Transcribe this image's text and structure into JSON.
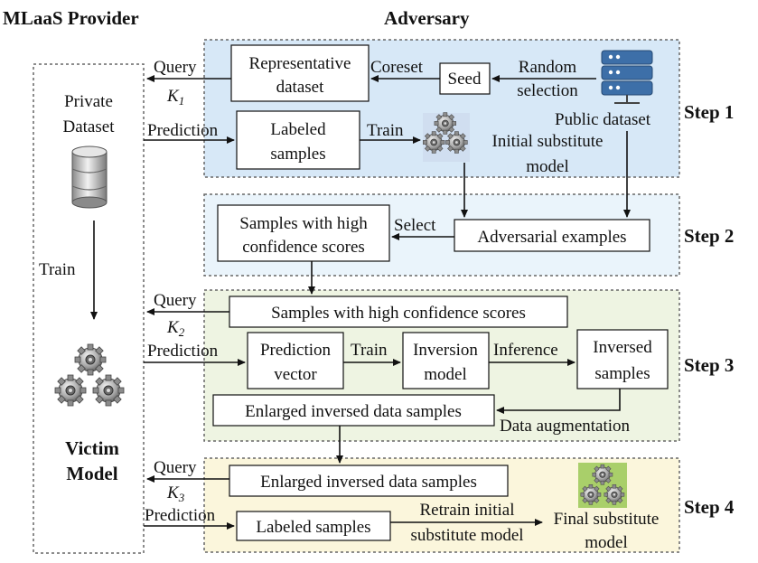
{
  "headers": {
    "provider": "MLaaS Provider",
    "adversary": "Adversary"
  },
  "provider": {
    "private_dataset_line1": "Private",
    "private_dataset_line2": "Dataset",
    "train": "Train",
    "victim_line1": "Victim",
    "victim_line2": "Model"
  },
  "steps": {
    "step1": "Step 1",
    "step2": "Step 2",
    "step3": "Step 3",
    "step4": "Step 4"
  },
  "step1": {
    "query": "Query",
    "k": "K",
    "k_sub": "1",
    "prediction": "Prediction",
    "representative_line1": "Representative",
    "representative_line2": "dataset",
    "coreset": "Coreset",
    "seed": "Seed",
    "random_line1": "Random",
    "random_line2": "selection",
    "public_dataset": "Public dataset",
    "labeled_line1": "Labeled",
    "labeled_line2": "samples",
    "train": "Train",
    "initial_line1": "Initial substitute",
    "initial_line2": "model"
  },
  "step2": {
    "high_conf_line1": "Samples with high",
    "high_conf_line2": "confidence scores",
    "select": "Select",
    "adversarial": "Adversarial examples"
  },
  "step3": {
    "query": "Query",
    "k": "K",
    "k_sub": "2",
    "prediction": "Prediction",
    "samples_high_conf": "Samples with high confidence scores",
    "prediction_vector_line1": "Prediction",
    "prediction_vector_line2": "vector",
    "train": "Train",
    "inversion_line1": "Inversion",
    "inversion_line2": "model",
    "inference": "Inference",
    "inversed_line1": "Inversed",
    "inversed_line2": "samples",
    "enlarged": "Enlarged inversed data samples",
    "augmentation": "Data augmentation"
  },
  "step4": {
    "query": "Query",
    "k": "K",
    "k_sub": "3",
    "prediction": "Prediction",
    "enlarged": "Enlarged inversed data samples",
    "labeled": "Labeled samples",
    "retrain_line1": "Retrain initial",
    "retrain_line2": "substitute model",
    "final_line1": "Final substitute",
    "final_line2": "model"
  },
  "colors": {
    "step1_bg": "#d7e8f7",
    "step2_bg": "#eaf4fb",
    "step3_bg": "#eef4e2",
    "step4_bg": "#fbf6dc",
    "server": "#3d6fa8"
  },
  "icons": [
    "database-icon",
    "gears-icon",
    "server-icon"
  ]
}
